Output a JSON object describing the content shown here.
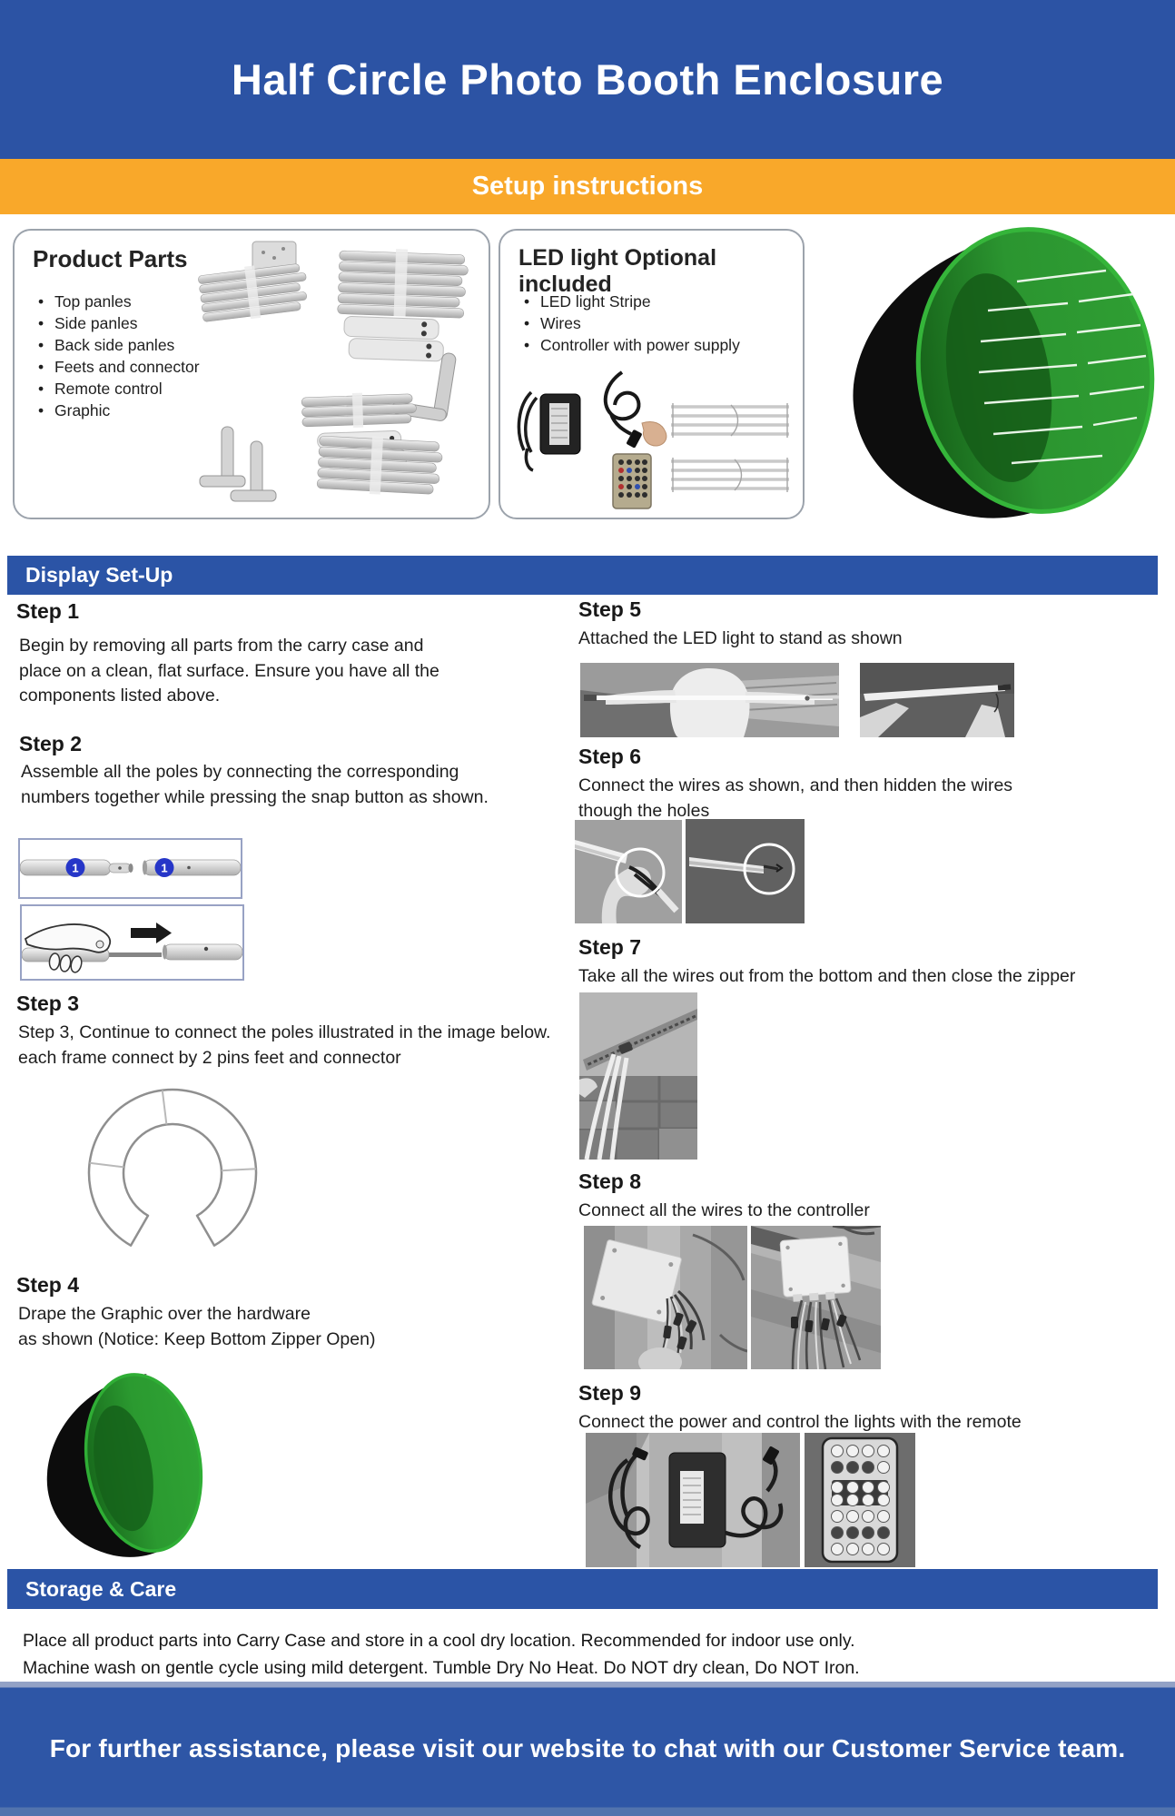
{
  "page": {
    "title": "Half Circle Photo Booth Enclosure",
    "band": "Setup instructions",
    "footer_text": "For further assistance, please visit our website  to chat with our Customer Service team."
  },
  "product_parts": {
    "title": "Product Parts",
    "items": [
      "Top panles",
      "Side panles",
      "Back side panles",
      "Feets and connector",
      "Remote control",
      "Graphic"
    ]
  },
  "led_optional": {
    "title": "LED light Optional included",
    "items": [
      "LED light Stripe",
      "Wires",
      "Controller with power supply"
    ]
  },
  "display_setup": {
    "title": "Display Set-Up",
    "badge": "1",
    "steps": [
      {
        "label": "Step 1",
        "text": "Begin by removing all parts from the carry case and place on a clean, flat surface. Ensure you have all the components listed above."
      },
      {
        "label": "Step 2",
        "text": "Assemble all the poles by connecting the corresponding numbers together while pressing the snap button as shown."
      },
      {
        "label": "Step 3",
        "text": "Step 3, Continue to connect the poles illustrated in the image below. each frame connect by 2 pins feet and connector"
      },
      {
        "label": "Step 4",
        "text": "Drape the Graphic over the hardware\nas shown (Notice: Keep Bottom Zipper Open)"
      },
      {
        "label": "Step 5",
        "text": "Attached the LED light to stand as shown"
      },
      {
        "label": "Step 6",
        "text": "Connect the wires as shown, and then hidden the wires\nthough the holes"
      },
      {
        "label": "Step 7",
        "text": "Take all the wires out from the bottom and  then close the zipper"
      },
      {
        "label": "Step 8",
        "text": "Connect all the wires to the controller"
      },
      {
        "label": "Step 9",
        "text": "Connect the power and control the lights with the remote"
      }
    ]
  },
  "storage_care": {
    "title": "Storage & Care",
    "text": "Place all product parts into Carry Case and store in a cool dry location. Recommended for indoor use only.\nMachine wash on gentle cycle using mild detergent. Tumble Dry No Heat. Do NOT dry clean, Do NOT Iron."
  },
  "colors": {
    "header_blue": "#2c53a4",
    "band_yellow": "#f9a82a",
    "section_bar_blue": "#2b54a6",
    "footer_blue": "#2e56a6",
    "badge_blue": "#2636c8",
    "booth_green": "#2f9e33"
  }
}
